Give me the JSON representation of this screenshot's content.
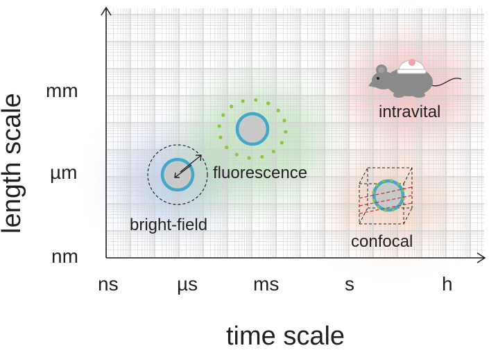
{
  "figure": {
    "x_axis": {
      "title": "time scale",
      "ticks": [
        "ns",
        "µs",
        "ms",
        "s",
        "h"
      ]
    },
    "y_axis": {
      "title": "length scale",
      "ticks": [
        "nm",
        "µm",
        "mm"
      ]
    },
    "regions": [
      {
        "label": "bright-field",
        "color": "#9ab3e8"
      },
      {
        "label": "fluorescence",
        "color": "#9fd49a"
      },
      {
        "label": "confocal",
        "color": "#f6c0a6"
      },
      {
        "label": "intravital",
        "color": "#f2a3a3"
      }
    ],
    "colors": {
      "grid": "#cfcfcf",
      "axis": "#231f20",
      "cell_fill": "#c9c9c9",
      "cell_ring": "#41a8c8",
      "dots": "#8cc63f",
      "confocal_box_red": "#d7262b"
    },
    "icons": [
      "mouse-icon",
      "arrow-icon"
    ]
  }
}
